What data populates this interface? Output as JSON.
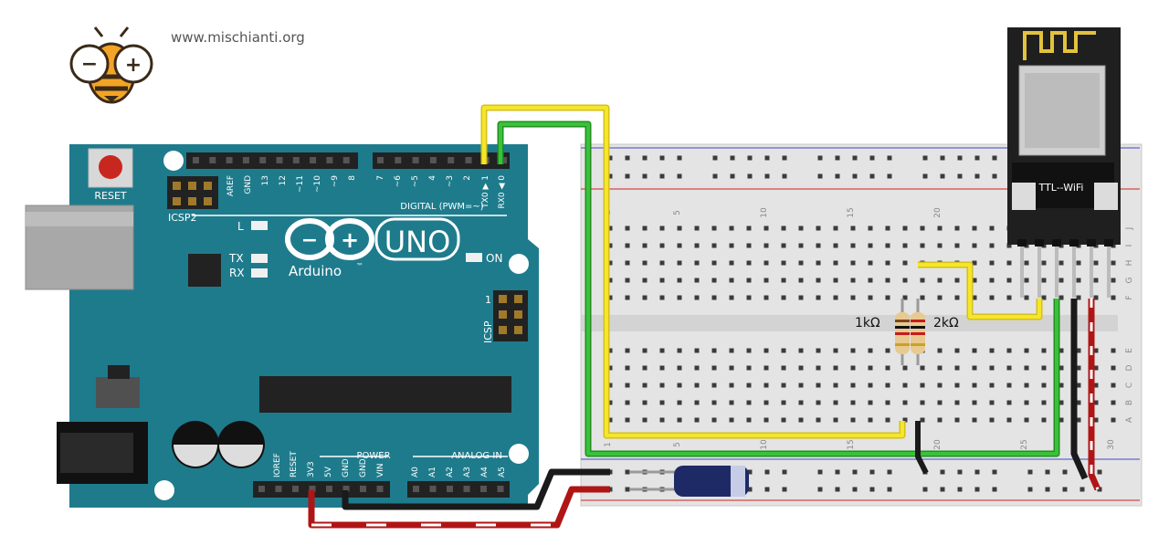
{
  "site_url": "www.mischianti.org",
  "arduino": {
    "model": "UNO",
    "brand": "Arduino",
    "trademark": "™",
    "reset_label": "RESET",
    "icsp2_label": "ICSP2",
    "icsp_label": "ICSP",
    "icsp_pin1": "1",
    "on_label": "ON",
    "l_label": "L",
    "tx_label": "TX",
    "rx_label": "RX",
    "digital_label": "DIGITAL (PWM=~)",
    "power_label": "POWER",
    "analog_label": "ANALOG IN",
    "digital_pins": [
      "AREF",
      "GND",
      "13",
      "12",
      "~11",
      "~10",
      "~9",
      "8",
      "7",
      "~6",
      "~5",
      "4",
      "~3",
      "2",
      "TX0 ▶ 1",
      "RX0 ◀ 0"
    ],
    "power_pins": [
      "IOREF",
      "RESET",
      "3V3",
      "5V",
      "GND",
      "GND",
      "VIN"
    ],
    "analog_pins": [
      "A0",
      "A1",
      "A2",
      "A3",
      "A4",
      "A5"
    ]
  },
  "breadboard": {
    "column_numbers": [
      "1",
      "5",
      "10",
      "15",
      "20",
      "25",
      "30"
    ],
    "row_letters_top": [
      "J",
      "I",
      "H",
      "G",
      "F"
    ],
    "row_letters_bottom": [
      "E",
      "D",
      "C",
      "B",
      "A"
    ]
  },
  "resistors": [
    {
      "label": "1kΩ"
    },
    {
      "label": "2kΩ"
    }
  ],
  "module": {
    "label": "TTL--WiFi"
  },
  "colors": {
    "board": "#1e7b8c",
    "wire_yellow": "#f0e11b",
    "wire_green": "#2fb52f",
    "wire_red": "#d11d1d",
    "wire_black": "#1a1a1a",
    "breadboard": "#e4e4e4"
  }
}
